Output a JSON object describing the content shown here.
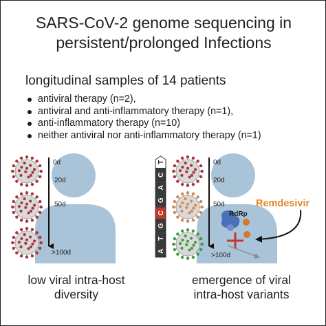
{
  "title_line1": "SARS-CoV-2 genome sequencing in",
  "title_line2": "persistent/prolonged Infections",
  "subtitle": "longitudinal samples of 14 patients",
  "therapy_list": [
    "antiviral therapy (n=2),",
    "antiviral and anti-inflammatory therapy (n=1),",
    "anti-inflammatory therapy (n=10)",
    "neither antiviral nor anti-inflammatory therapy (n=1)"
  ],
  "left_panel": {
    "timeline": [
      "0d",
      "20d",
      "50d",
      ">100d"
    ],
    "caption_line1": "low viral intra-host",
    "caption_line2": "diversity"
  },
  "right_panel": {
    "timeline": [
      "0d",
      "20d",
      "50d",
      ">100d"
    ],
    "sequence_bases": [
      "A",
      "T",
      "G",
      "C",
      "G",
      "A",
      "C",
      "T"
    ],
    "drug_label": "Remdesivir",
    "enzyme_label": "RdRp",
    "caption_line1": "emergence of viral",
    "caption_line2": "intra-host variants"
  },
  "colors": {
    "person_silhouette": "#a9c3d9",
    "virus_red": "#a8353b",
    "virus_orange": "#d9884c",
    "virus_green": "#3f9c45",
    "remdesivir": "#e28a2c",
    "rdrp_blue": "#4a72b8",
    "inhibition_red": "#c0392b",
    "mutated_base": "#c0392b"
  }
}
